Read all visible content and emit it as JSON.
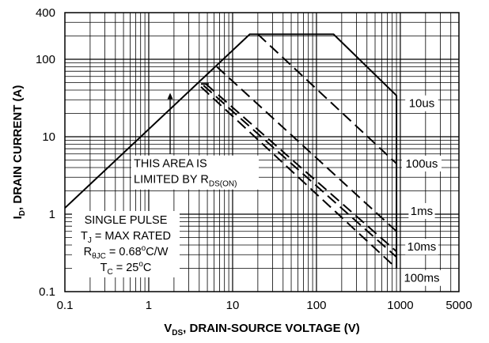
{
  "chart_data": {
    "type": "line",
    "xlabel": {
      "main": "V",
      "sub": "DS",
      "rest": ", DRAIN-SOURCE VOLTAGE (V)"
    },
    "ylabel": {
      "main": "I",
      "sub": "D",
      "rest": ", DRAIN CURRENT (A)"
    },
    "x_scale": "log",
    "y_scale": "log",
    "xlim": [
      0.1,
      5000
    ],
    "ylim": [
      0.1,
      400
    ],
    "x_ticks": [
      {
        "value": 0.1,
        "label": "0.1"
      },
      {
        "value": 1,
        "label": "1"
      },
      {
        "value": 10,
        "label": "10"
      },
      {
        "value": 100,
        "label": "100"
      },
      {
        "value": 1000,
        "label": "1000"
      },
      {
        "value": 5000,
        "label": "5000"
      }
    ],
    "y_ticks": [
      {
        "value": 0.1,
        "label": "0.1"
      },
      {
        "value": 1,
        "label": "1"
      },
      {
        "value": 10,
        "label": "10"
      },
      {
        "value": 100,
        "label": "100"
      },
      {
        "value": 400,
        "label": "400"
      }
    ],
    "grid": true,
    "series": [
      {
        "name": "10us",
        "style": "solid",
        "x": [
          0.1,
          16,
          160,
          900,
          900
        ],
        "y": [
          1.2,
          210,
          210,
          34,
          0.2
        ]
      },
      {
        "name": "100us",
        "style": "dashed",
        "x": [
          20,
          900
        ],
        "y": [
          210,
          4.5
        ]
      },
      {
        "name": "1ms",
        "style": "dashed",
        "x": [
          6.5,
          900
        ],
        "y": [
          80,
          0.6
        ]
      },
      {
        "name": "10ms",
        "style": "dashed",
        "x": [
          4.5,
          900
        ],
        "y": [
          46,
          0.28
        ]
      },
      {
        "name": "100ms",
        "style": "dashed",
        "x": [
          4.2,
          900
        ],
        "y": [
          44,
          0.2
        ]
      },
      {
        "name": "",
        "style": "dashed",
        "x": [
          4.8,
          900
        ],
        "y": [
          48,
          0.33
        ]
      }
    ],
    "dc_cap": {
      "x": [
        4.2,
        5.2
      ],
      "y": [
        48,
        48
      ]
    },
    "series_labels": [
      {
        "text": "10us",
        "x": 1800,
        "y": 27
      },
      {
        "text": "100us",
        "x": 1800,
        "y": 4.5
      },
      {
        "text": "1ms",
        "x": 1800,
        "y": 1.1
      },
      {
        "text": "10ms",
        "x": 1800,
        "y": 0.38
      },
      {
        "text": "100ms",
        "x": 1800,
        "y": 0.15
      }
    ],
    "annotation_area": {
      "lines": [
        "THIS AREA IS",
        "LIMITED BY R"
      ],
      "sub": "DS(ON)",
      "arrow_x": 1.8,
      "arrow_from_y": 6.0,
      "arrow_to_y": 36
    },
    "annotation_conditions": {
      "line1": "SINGLE PULSE",
      "line2": {
        "main": "T",
        "sub": "J",
        "rest": " = MAX RATED"
      },
      "line3": {
        "main": "R",
        "sub": "θJC",
        "rest": " = 0.68",
        "sup": "o",
        "rest2": "C/W"
      },
      "line4": {
        "main": "T",
        "sub": "C",
        "rest": " = 25",
        "sup": "o",
        "rest2": "C"
      }
    },
    "colors": {
      "line": "#000000",
      "grid": "#000000",
      "background": "#ffffff"
    }
  }
}
